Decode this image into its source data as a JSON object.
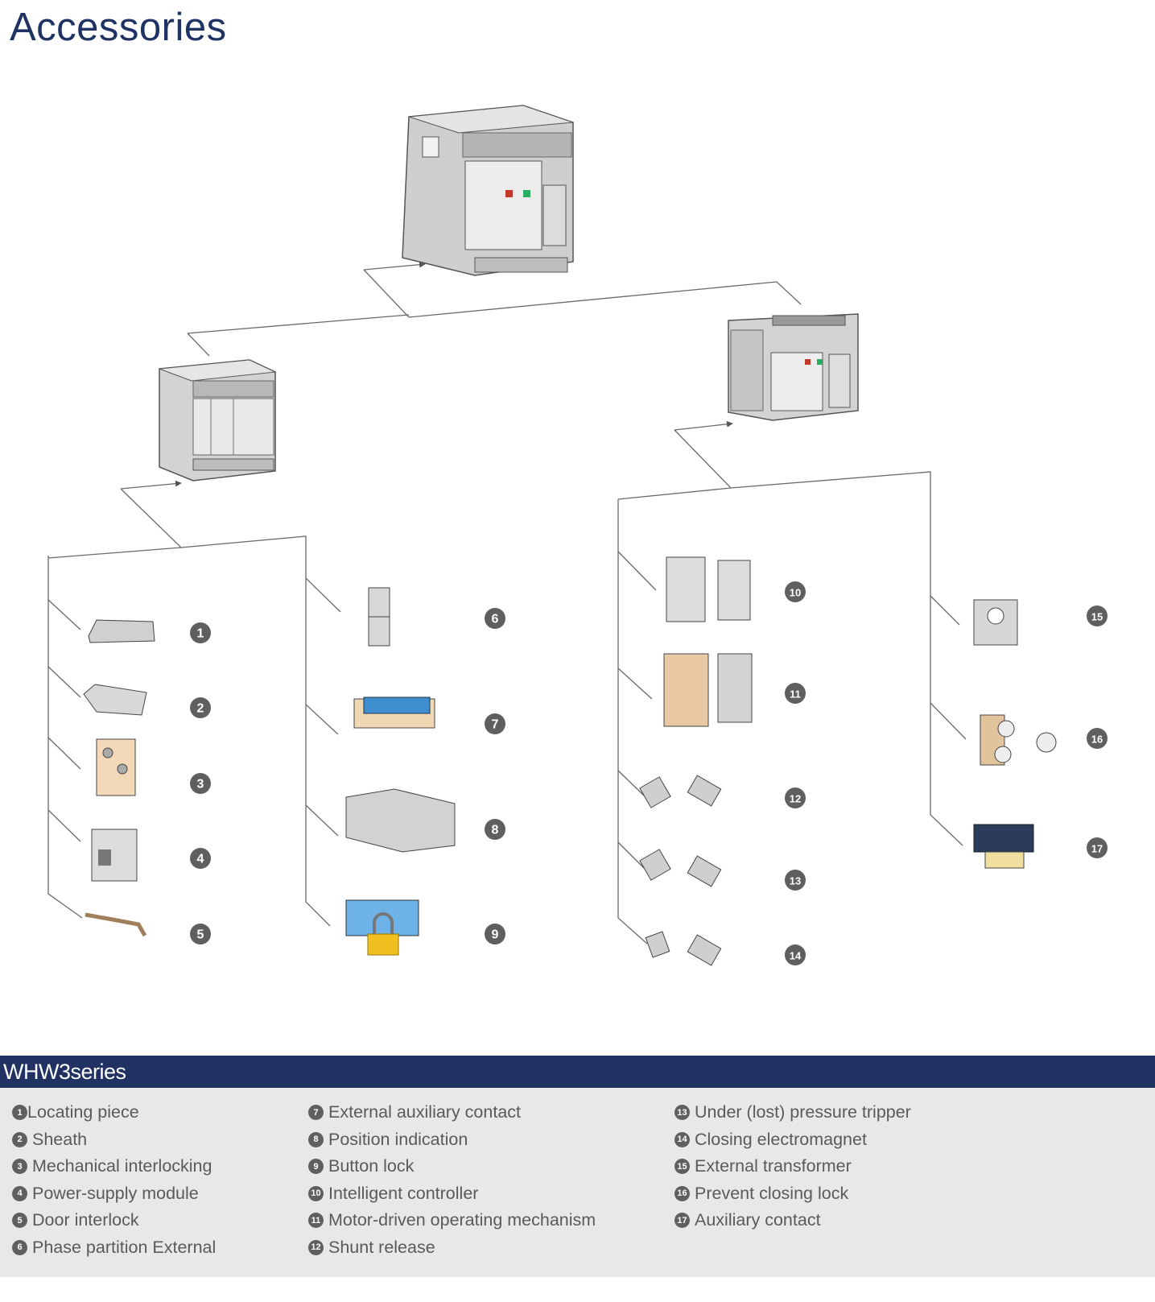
{
  "page_title": "Accessories",
  "series_banner": "WHW3series",
  "colors": {
    "title": "#1e3264",
    "banner": "#1f3261",
    "legend_bg": "#e7e8ea",
    "badge": "#5f5f5f",
    "line": "#6a6a6a"
  },
  "diagram": {
    "badges": [
      "1",
      "2",
      "3",
      "4",
      "5",
      "6",
      "7",
      "8",
      "9",
      "10",
      "11",
      "12",
      "13",
      "14",
      "15",
      "16",
      "17"
    ]
  },
  "legend": {
    "col1": [
      {
        "num": "1",
        "label": "Locating piece"
      },
      {
        "num": "2",
        "label": "Sheath"
      },
      {
        "num": "3",
        "label": "Mechanical interlocking"
      },
      {
        "num": "4",
        "label": "Power-supply module"
      },
      {
        "num": "5",
        "label": "Door interlock"
      },
      {
        "num": "6",
        "label": "Phase partition External"
      }
    ],
    "col2": [
      {
        "num": "7",
        "label": "External auxiliary contact"
      },
      {
        "num": "8",
        "label": "Position indication"
      },
      {
        "num": "9",
        "label": "Button lock"
      },
      {
        "num": "10",
        "label": "Intelligent controller"
      },
      {
        "num": "11",
        "label": "Motor-driven operating mechanism"
      },
      {
        "num": "12",
        "label": "Shunt release"
      }
    ],
    "col3": [
      {
        "num": "13",
        "label": "Under (lost) pressure tripper"
      },
      {
        "num": "14",
        "label": "Closing electromagnet"
      },
      {
        "num": "15",
        "label": "External transformer"
      },
      {
        "num": "16",
        "label": "Prevent closing lock"
      },
      {
        "num": "17",
        "label": "Auxiliary contact"
      }
    ]
  }
}
